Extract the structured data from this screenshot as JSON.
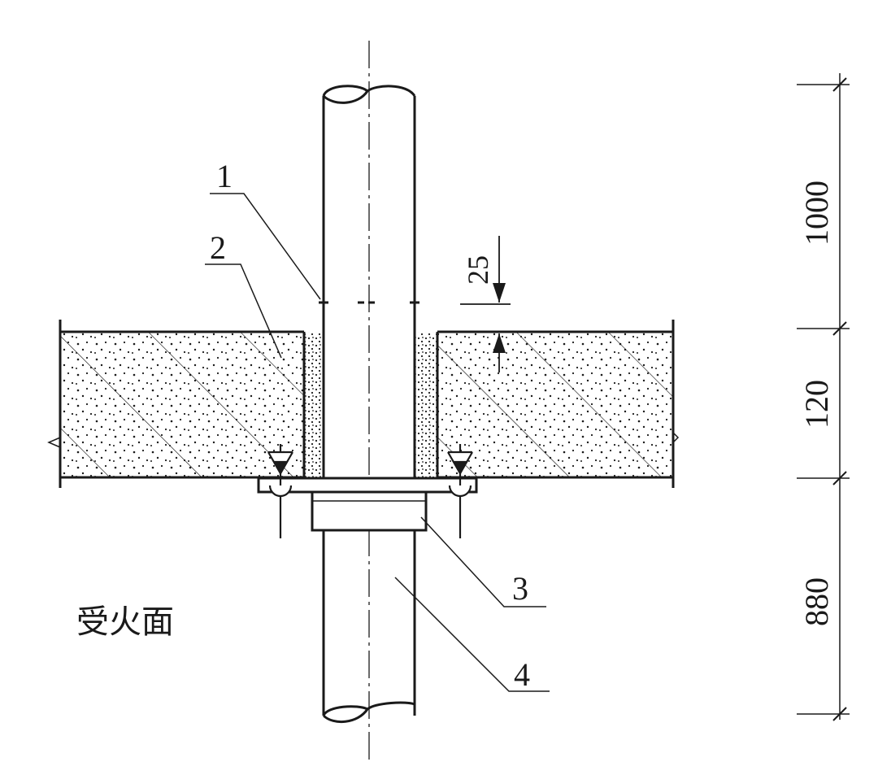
{
  "callouts": {
    "c1": "1",
    "c2": "2",
    "c3": "3",
    "c4": "4"
  },
  "fire_side_label": "受火面",
  "dimensions": {
    "gap": "25",
    "upper": "1000",
    "slab": "120",
    "lower": "880"
  },
  "colors": {
    "line": "#1a1a1a",
    "background": "#ffffff"
  }
}
